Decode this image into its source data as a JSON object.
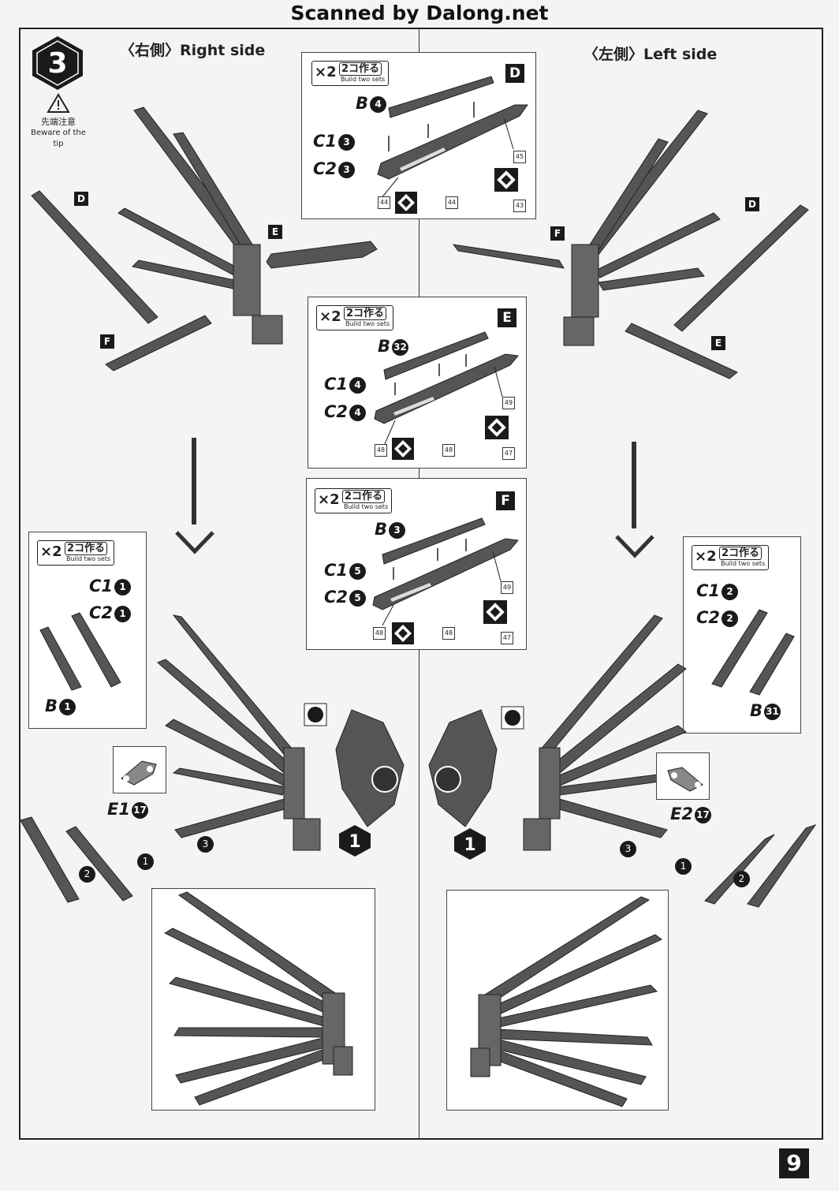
{
  "header": {
    "watermark": "Scanned by Dalong.net"
  },
  "step": {
    "number": "3"
  },
  "warning": {
    "jp": "先端注意",
    "en": "Beware of the tip"
  },
  "sides": {
    "right": "〈右側〉Right side",
    "left": "〈左側〉Left side"
  },
  "build_two": {
    "multiplier": "×2",
    "jp": "2コ作る",
    "en": "Build two sets"
  },
  "panels": {
    "D": {
      "letter": "D",
      "parts": [
        {
          "label": "B",
          "num": "4"
        },
        {
          "label": "C1",
          "num": "3"
        },
        {
          "label": "C2",
          "num": "3"
        }
      ],
      "refs": [
        "44",
        "44",
        "45",
        "43"
      ]
    },
    "E": {
      "letter": "E",
      "parts": [
        {
          "label": "B",
          "num": "32"
        },
        {
          "label": "C1",
          "num": "4"
        },
        {
          "label": "C2",
          "num": "4"
        }
      ],
      "refs": [
        "48",
        "48",
        "49",
        "47"
      ]
    },
    "F": {
      "letter": "F",
      "parts": [
        {
          "label": "B",
          "num": "3"
        },
        {
          "label": "C1",
          "num": "5"
        },
        {
          "label": "C2",
          "num": "5"
        }
      ],
      "refs": [
        "48",
        "48",
        "49",
        "47"
      ]
    },
    "right_sub": {
      "parts": [
        {
          "label": "C1",
          "num": "1"
        },
        {
          "label": "C2",
          "num": "1"
        },
        {
          "label": "B",
          "num": "1"
        }
      ]
    },
    "left_sub": {
      "parts": [
        {
          "label": "C1",
          "num": "2"
        },
        {
          "label": "C2",
          "num": "2"
        },
        {
          "label": "B",
          "num": "31"
        }
      ]
    }
  },
  "callouts": {
    "right_top": [
      "D",
      "E",
      "F"
    ],
    "left_top": [
      "D",
      "F",
      "E"
    ],
    "e1": {
      "label": "E1",
      "num": "17"
    },
    "e2": {
      "label": "E2",
      "num": "17"
    },
    "seq": [
      "1",
      "2",
      "3"
    ],
    "assembly_ref": "1"
  },
  "page": {
    "number": "9"
  }
}
